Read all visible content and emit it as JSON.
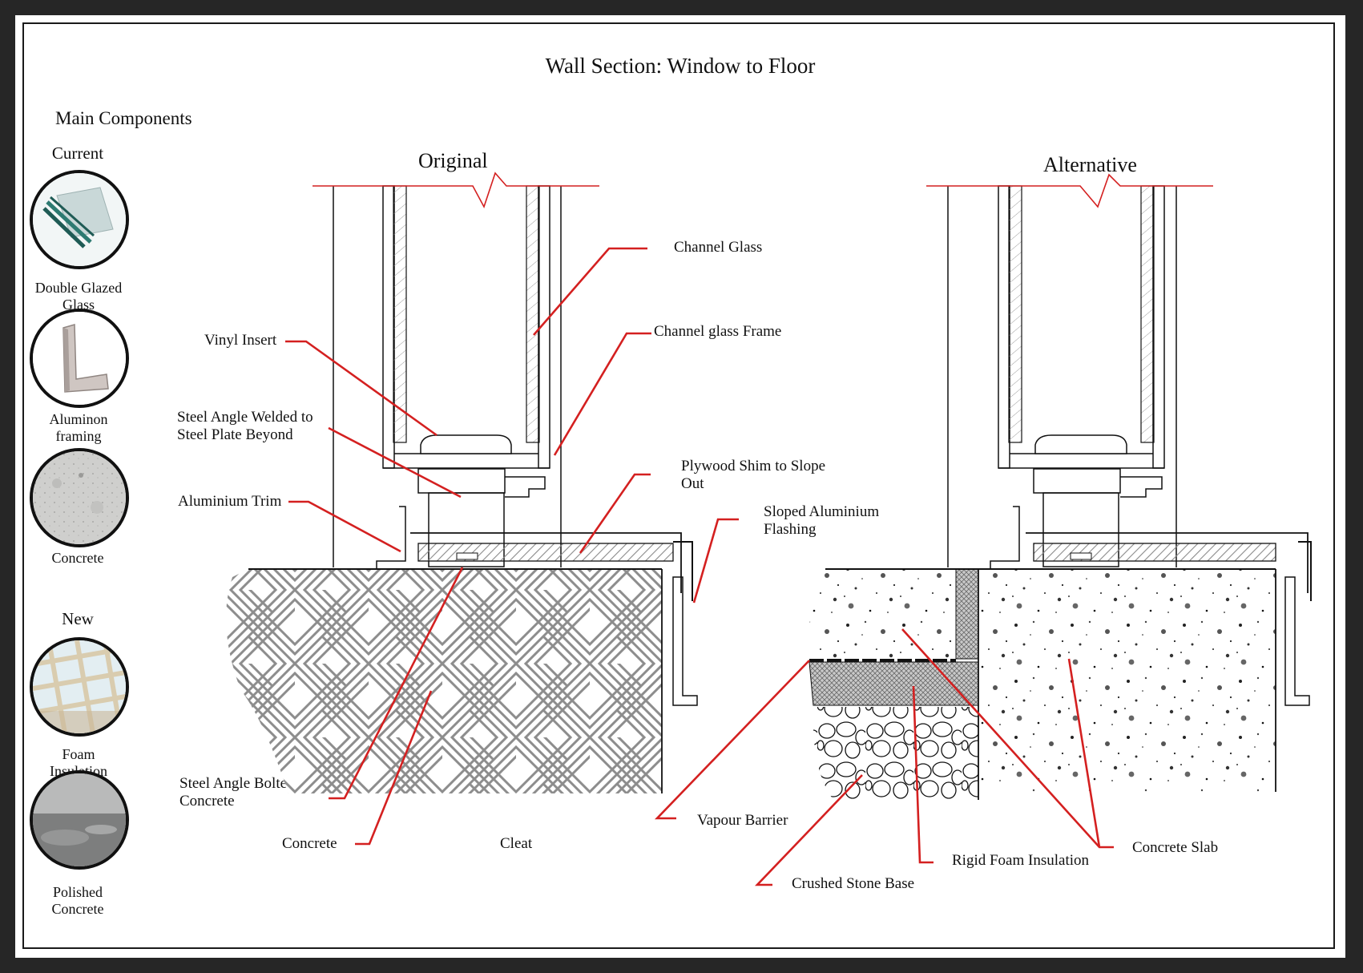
{
  "title": "Wall Section: Window to Floor",
  "legend": {
    "heading": "Main Components",
    "current_label": "Current",
    "new_label": "New",
    "current_items": [
      {
        "label": "Double Glazed Glass",
        "icon": "double-glazed-glass-swatch"
      },
      {
        "label": "Aluminon framing",
        "icon": "aluminum-framing-swatch"
      },
      {
        "label": "Concrete",
        "icon": "concrete-swatch"
      }
    ],
    "new_items": [
      {
        "label": "Foam Insulation",
        "icon": "foam-insulation-swatch"
      },
      {
        "label": "Polished Concrete",
        "icon": "polished-concrete-swatch"
      }
    ]
  },
  "sections": {
    "original": "Original",
    "alternative": "Alternative"
  },
  "callouts": {
    "channel_glass": "Channel Glass",
    "channel_glass_frame": "Channel glass Frame",
    "vinyl_insert": "Vinyl Insert",
    "steel_angle_welded": "Steel Angle Welded to Steel Plate Beyond",
    "aluminium_trim": "Aluminium Trim",
    "plywood_shim": "Plywood Shim to Slope Out",
    "sloped_flashing": "Sloped Aluminium Flashing",
    "steel_angle_bolted": "Steel Angle Bolted to Concrete",
    "concrete": "Concrete",
    "cleat": "Cleat",
    "vapour_barrier": "Vapour Barrier",
    "crushed_stone": "Crushed Stone Base",
    "rigid_foam": "Rigid Foam Insulation",
    "concrete_slab": "Concrete Slab"
  },
  "colors": {
    "leader": "#d42020",
    "line": "#111111",
    "hatch": "#8a8a8a",
    "background": "#ffffff",
    "page": "#262626"
  }
}
